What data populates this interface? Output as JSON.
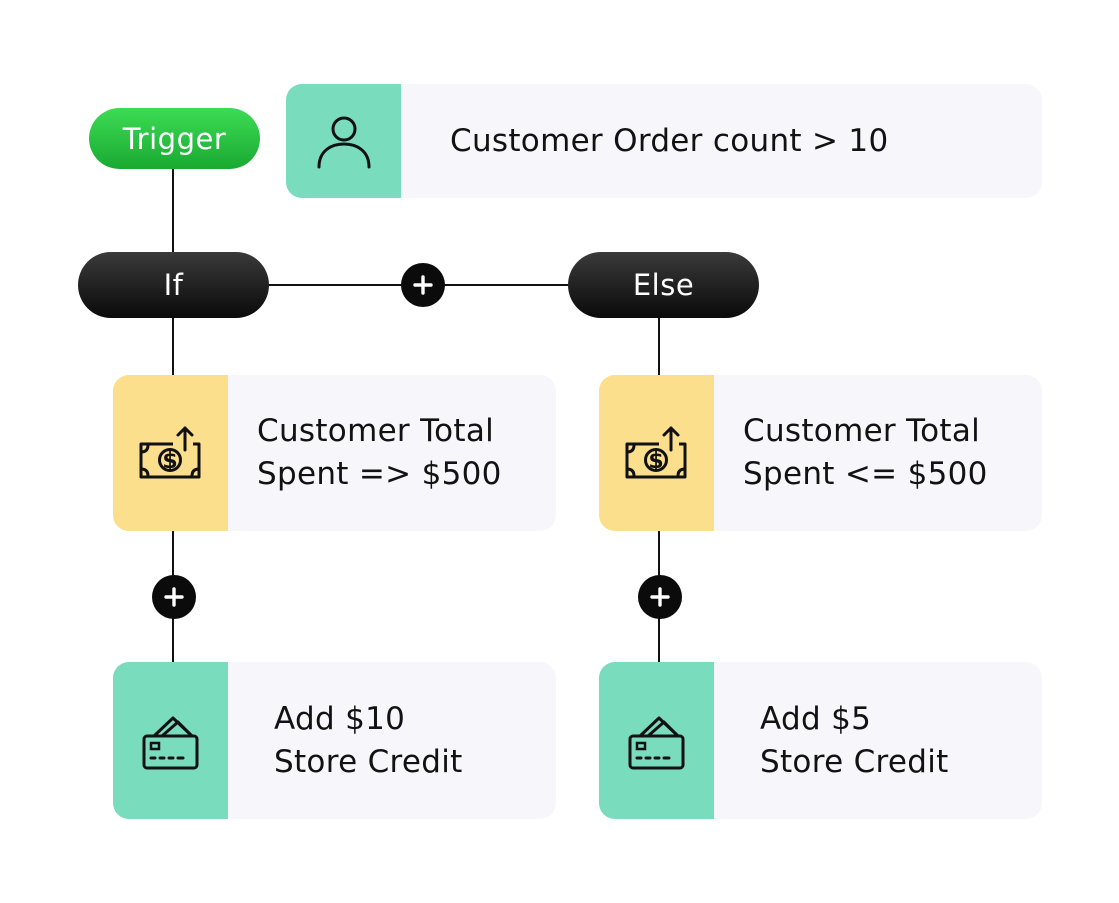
{
  "trigger": {
    "label": "Trigger",
    "condition": "Customer Order count > 10",
    "icon": "user-icon",
    "icon_bg": "#79dcbd"
  },
  "branches": {
    "if_label": "If",
    "else_label": "Else",
    "add_icon": "plus-icon"
  },
  "if_branch": {
    "condition_line1": "Customer Total",
    "condition_line2": "Spent => $500",
    "condition_icon": "money-up-icon",
    "condition_icon_bg": "#fbdf8d",
    "action_line1": "Add $10",
    "action_line2": "Store Credit",
    "action_icon": "credit-card-icon",
    "action_icon_bg": "#79dcbd"
  },
  "else_branch": {
    "condition_line1": "Customer Total",
    "condition_line2": "Spent <= $500",
    "condition_icon": "money-up-icon",
    "condition_icon_bg": "#fbdf8d",
    "action_line1": "Add $5",
    "action_line2": "Store Credit",
    "action_icon": "credit-card-icon",
    "action_icon_bg": "#79dcbd"
  },
  "colors": {
    "trigger_green": "#22c03a",
    "pill_dark": "#111111",
    "card_bg": "#f7f7fb",
    "connector": "#111111"
  }
}
